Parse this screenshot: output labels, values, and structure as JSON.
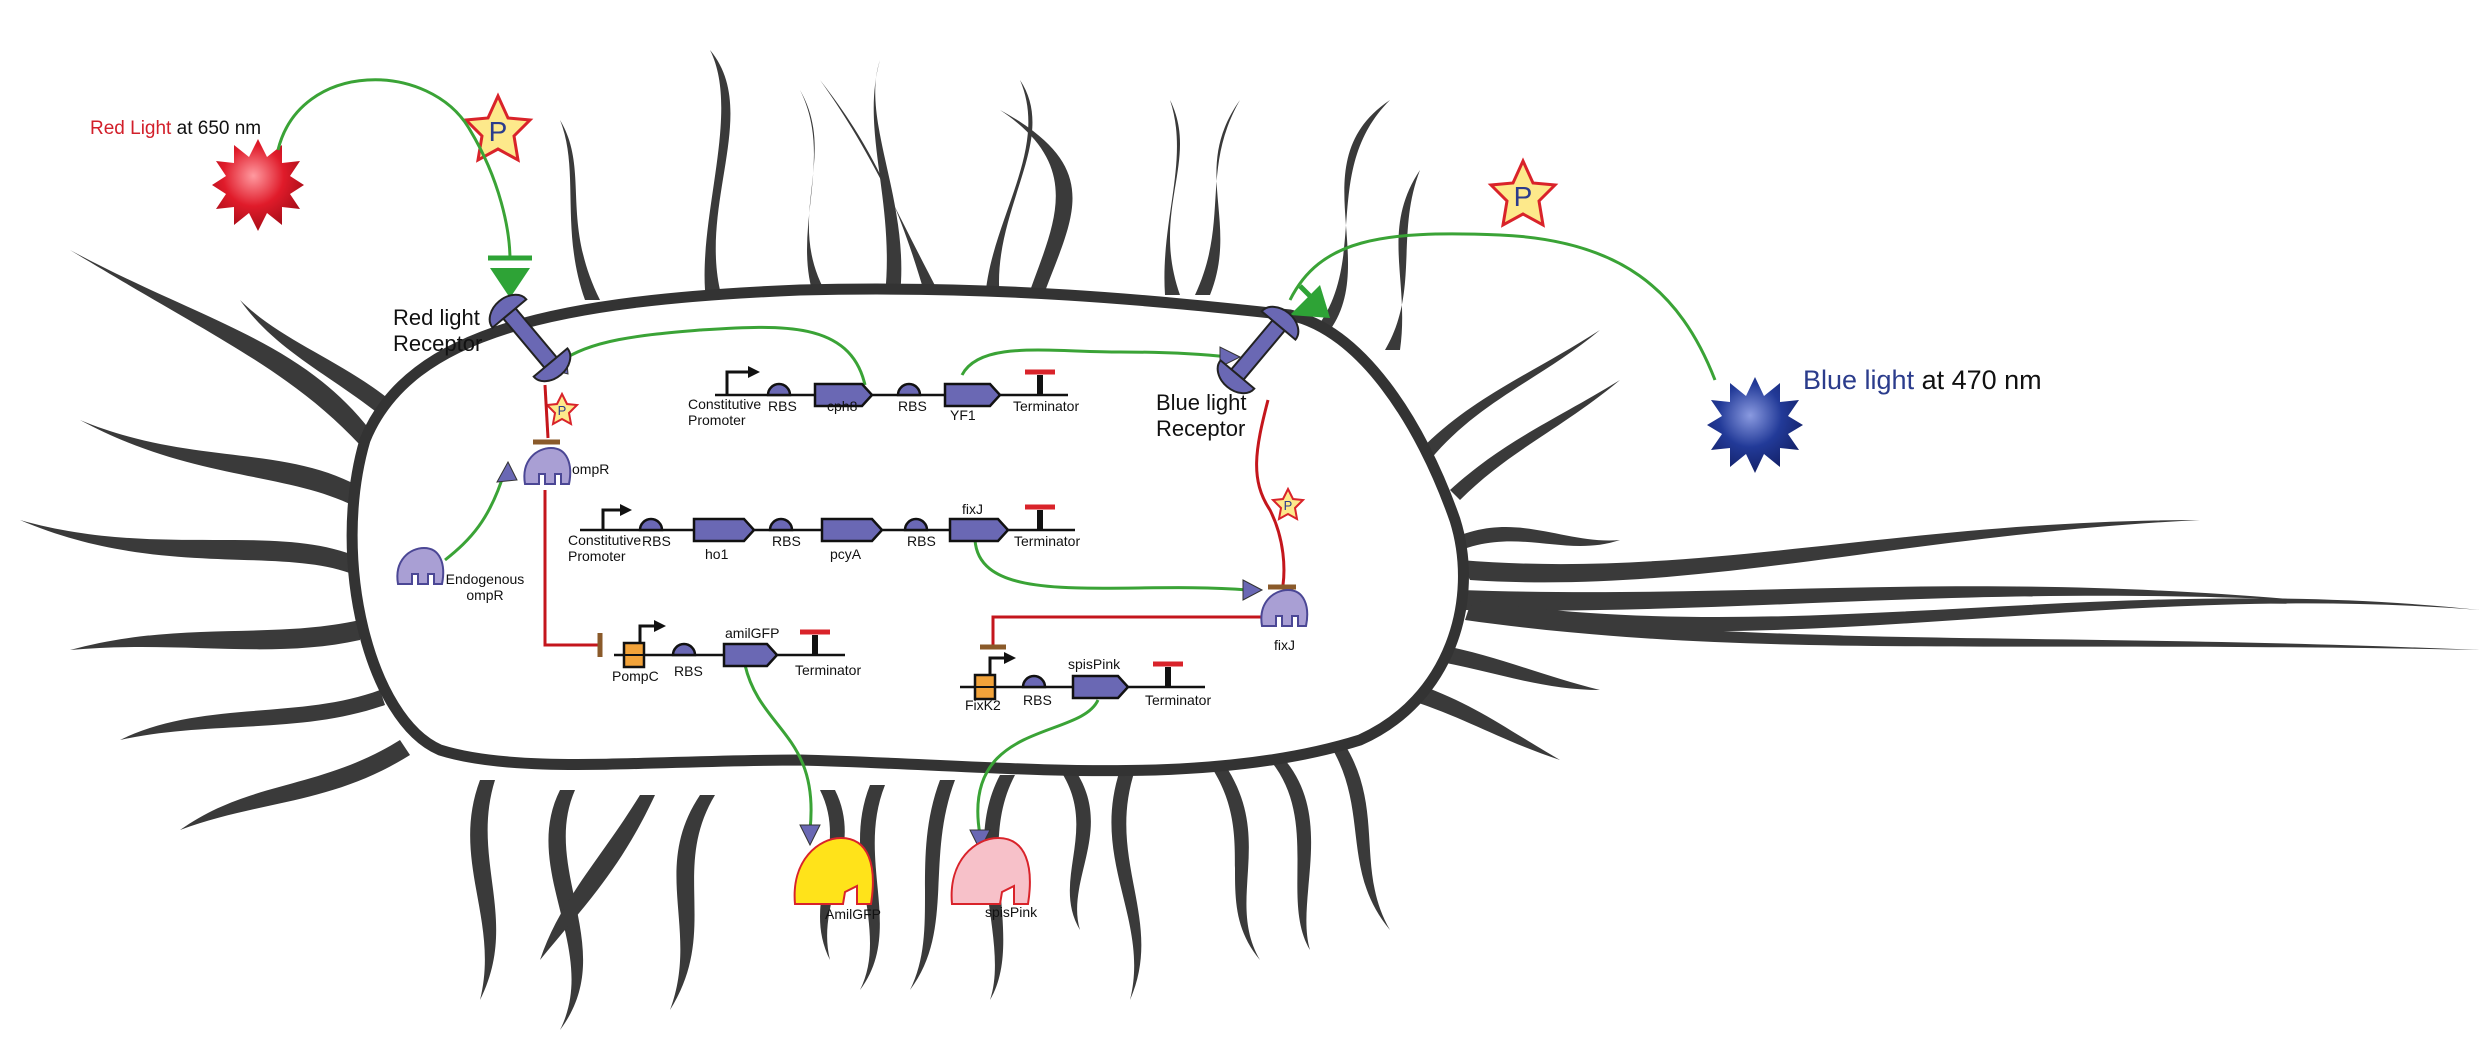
{
  "light_sources": {
    "red": {
      "word": "Red Light",
      "rest": " at 650 nm",
      "color": "#e01b2a"
    },
    "blue": {
      "word": "Blue light",
      "rest": " at 470 nm",
      "color": "#223a98"
    }
  },
  "phosphate_label": "P",
  "receptors": {
    "red": {
      "line1": "Red light",
      "line2": "Receptor"
    },
    "blue": {
      "line1": "Blue light",
      "line2": "Receptor"
    }
  },
  "proteins": {
    "ompR": "ompR",
    "endogenous_ompR": {
      "line1": "Endogenous",
      "line2": "ompR"
    },
    "fixJ": "fixJ"
  },
  "circuits": {
    "cph8_circuit": {
      "promoter": {
        "line1": "Constitutive",
        "line2": "Promoter"
      },
      "rbs1": "RBS",
      "gene1": "cph8",
      "rbs2": "RBS",
      "gene2": "YF1",
      "terminator": "Terminator"
    },
    "ho1_circuit": {
      "promoter": {
        "line1": "Constitutive",
        "line2": "Promoter"
      },
      "rbs1": "RBS",
      "gene1": "ho1",
      "rbs2": "RBS",
      "gene2": "pcyA",
      "rbs3": "RBS",
      "gene3": "fixJ",
      "terminator": "Terminator"
    },
    "amilgfp_circuit": {
      "promoter": "PompC",
      "rbs": "RBS",
      "gene": "amilGFP",
      "terminator": "Terminator"
    },
    "spispink_circuit": {
      "promoter": "FixK2",
      "rbs": "RBS",
      "gene": "spisPink",
      "terminator": "Terminator"
    }
  },
  "outputs": {
    "amilgfp": "AmilGFP",
    "spispink": "spisPink"
  },
  "colors": {
    "activation_arrow": "#3aa336",
    "repression_line": "#c4161c",
    "gene_fill": "#6a68b4",
    "protein_fill": "#a99fd4",
    "cell_outline": "#333333",
    "amilgfp_fill": "#ffe31a",
    "spispink_fill": "#f7c1c9",
    "phosphate_fill": "#fde98b",
    "phosphate_stroke": "#d9232a"
  }
}
